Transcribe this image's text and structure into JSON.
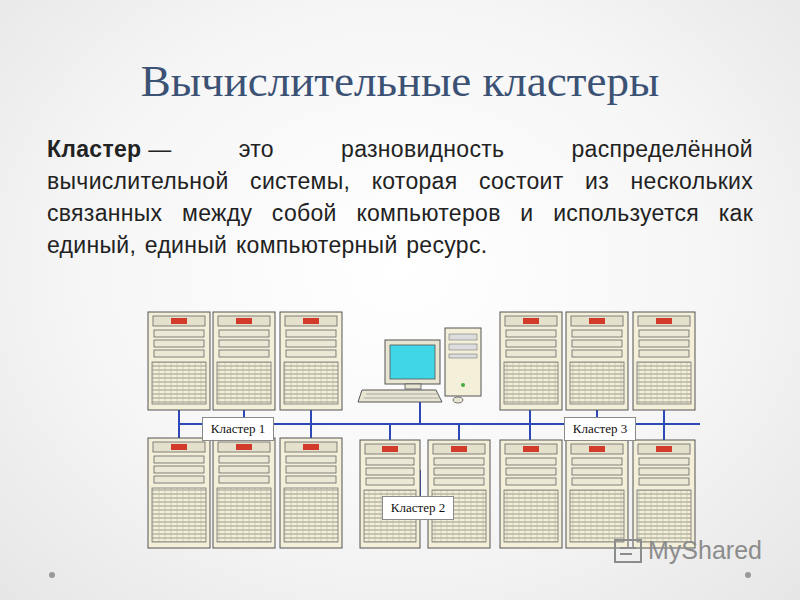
{
  "diagram": {
    "title": "Вычислительные кластеры",
    "nodes": [
      {
        "text": [
          "Кластер 1"
        ]
      },
      {
        "text": [
          "Кластер 3"
        ]
      },
      {
        "text": [
          "Кластер 2"
        ]
      }
    ],
    "labels": [
      "Кластер",
      "— это разновидность распределённой вычислительной системы, которая состоит из нескольких связанных между собой компьютеров и используется как единый, единый компьютерный ресурс.",
      "MyShared"
    ]
  }
}
